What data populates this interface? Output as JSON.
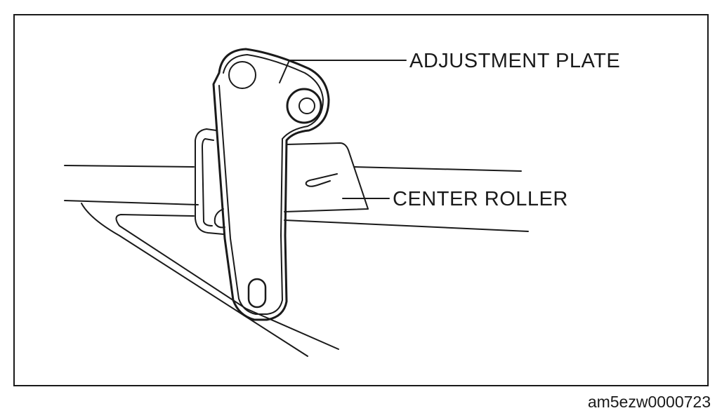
{
  "labels": {
    "adjustment_plate": "ADJUSTMENT PLATE",
    "center_roller": "CENTER ROLLER"
  },
  "figure_id": "am5ezw0000723",
  "colors": {
    "line": "#1a1a1a",
    "background": "#ffffff"
  }
}
